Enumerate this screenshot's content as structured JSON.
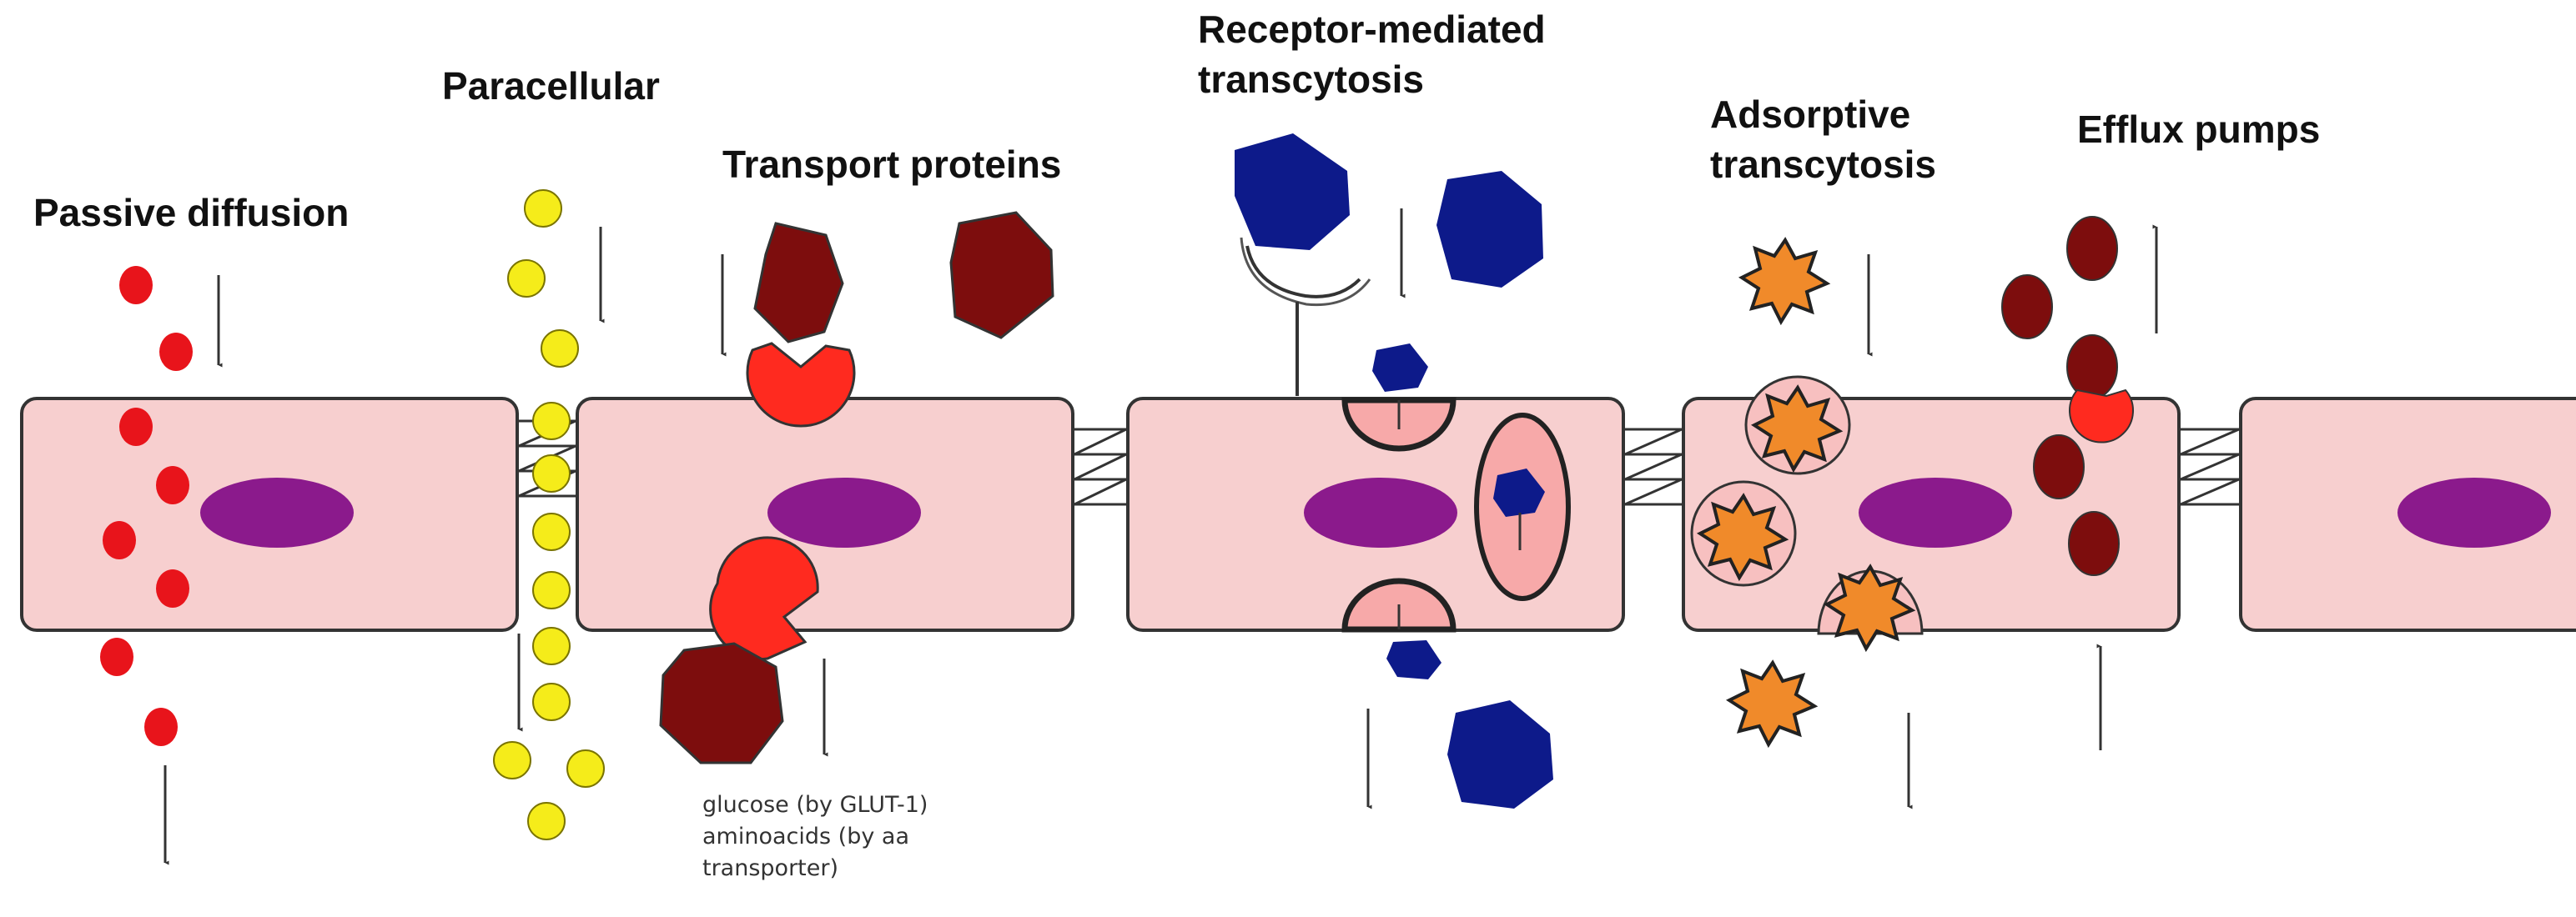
{
  "labels": {
    "passive": "Passive diffusion",
    "paracellular": "Paracellular",
    "transport": "Transport proteins",
    "receptor_line1": "Receptor-mediated",
    "receptor_line2": "transcytosis",
    "adsorptive_line1": "Adsorptive",
    "adsorptive_line2": "transcytosis",
    "efflux": "Efflux pumps"
  },
  "notes": {
    "glucose": "glucose (by GLUT-1)",
    "aminoacids": "aminoacids (by aa",
    "transporter": "transporter)"
  },
  "colors": {
    "cell_fill": "#f7cfcf",
    "nucleus": "#8b1a8c",
    "passive_molecule": "#e8141b",
    "paracellular_molecule": "#f5ec1a",
    "transport_protein_dark": "#7d0d0d",
    "transport_protein_light": "#ff2a1f",
    "receptor_ligand": "#0d1a8a",
    "adsorptive_star": "#f08a2a",
    "efflux_molecule": "#7d0d0d"
  },
  "icons": {
    "junction": "tight-junction-icon",
    "arrow": "arrow-icon"
  }
}
